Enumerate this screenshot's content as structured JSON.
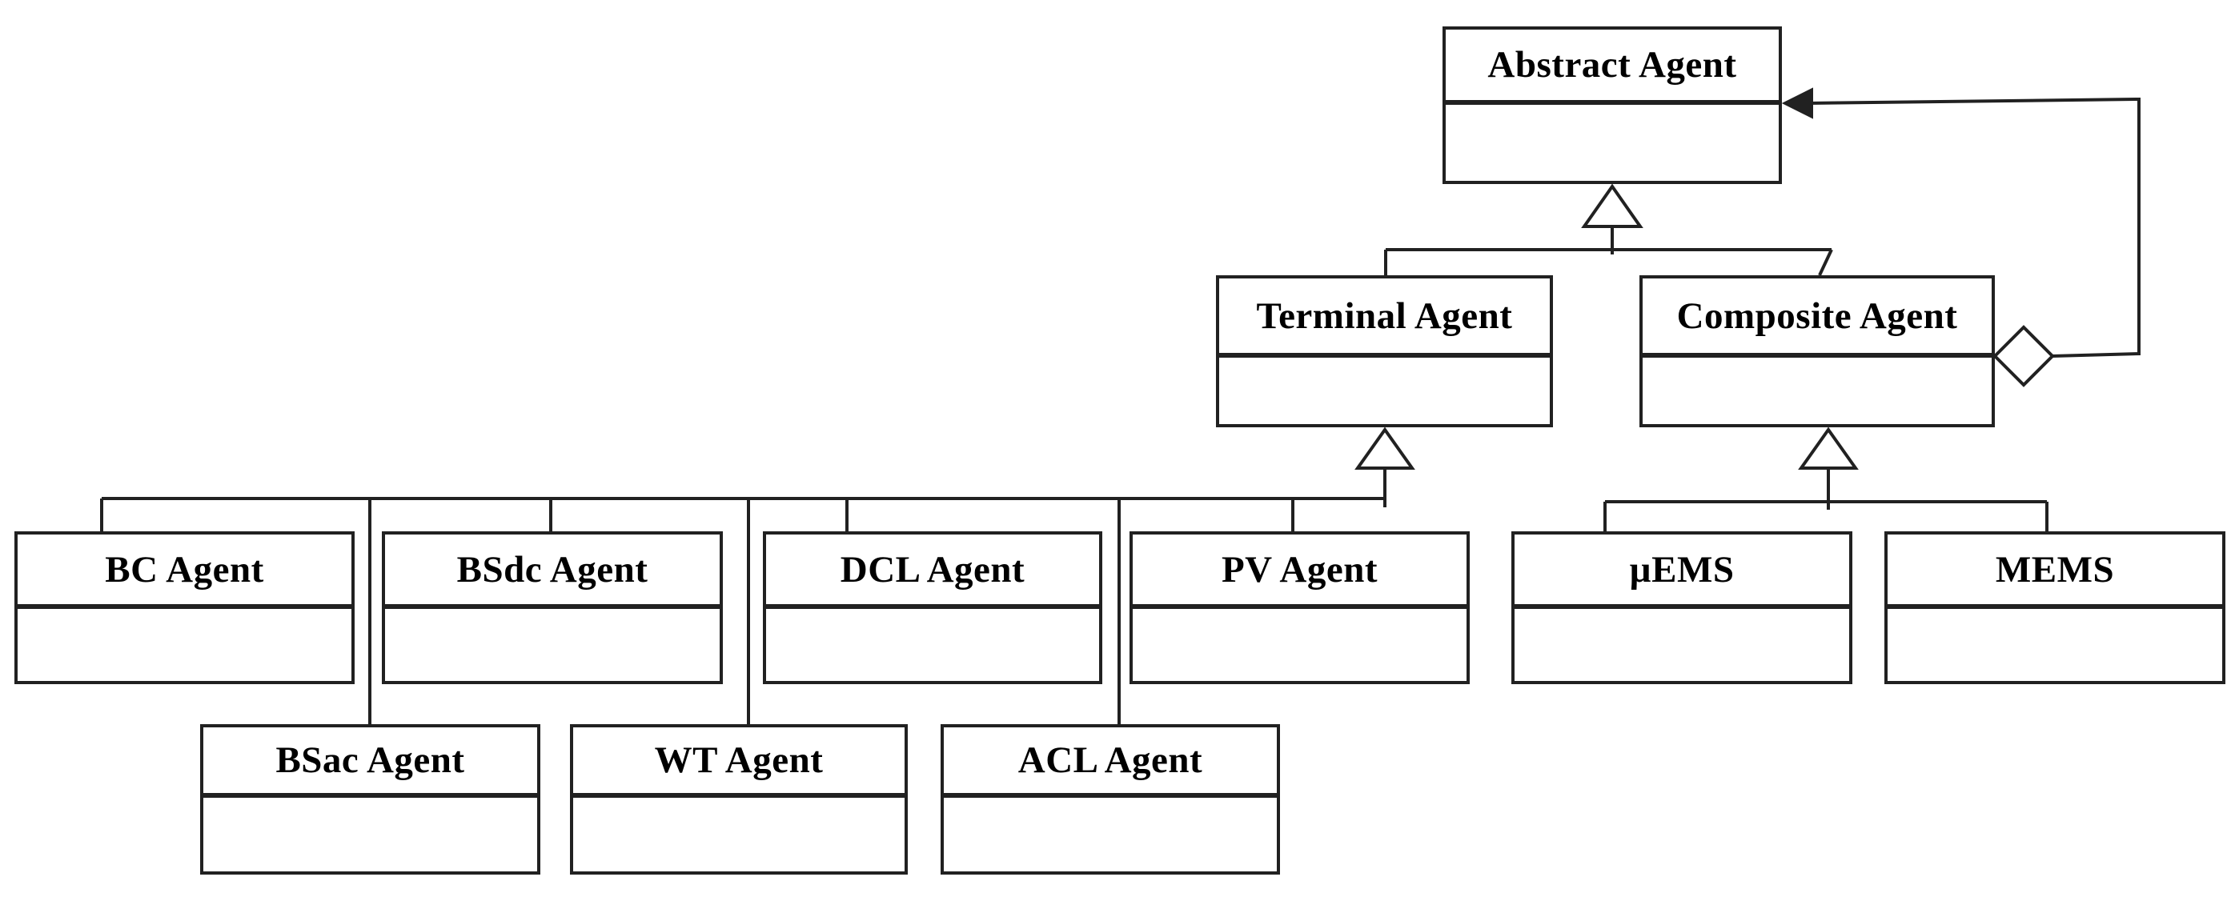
{
  "diagram": {
    "kind": "uml-class-diagram",
    "background_color": "#ffffff",
    "line_color": "#212121",
    "text_color": "#000000",
    "classes": [
      {
        "name": "Abstract Agent"
      },
      {
        "name": "Terminal Agent"
      },
      {
        "name": "Composite Agent"
      },
      {
        "name": "BC Agent"
      },
      {
        "name": "BSdc Agent"
      },
      {
        "name": "DCL Agent"
      },
      {
        "name": "PV Agent"
      },
      {
        "name": "µEMS"
      },
      {
        "name": "MEMS"
      },
      {
        "name": "BSac Agent"
      },
      {
        "name": "WT Agent"
      },
      {
        "name": "ACL Agent"
      }
    ],
    "relations": {
      "generalizations": [
        {
          "parent": "Abstract Agent",
          "children": [
            "Terminal Agent",
            "Composite Agent"
          ]
        },
        {
          "parent": "Terminal Agent",
          "children": [
            "BC Agent",
            "BSac Agent",
            "BSdc Agent",
            "WT Agent",
            "DCL Agent",
            "ACL Agent",
            "PV Agent"
          ]
        },
        {
          "parent": "Composite Agent",
          "children": [
            "µEMS",
            "MEMS"
          ]
        }
      ],
      "aggregation": {
        "whole": "Composite Agent",
        "part": "Abstract Agent"
      }
    }
  }
}
